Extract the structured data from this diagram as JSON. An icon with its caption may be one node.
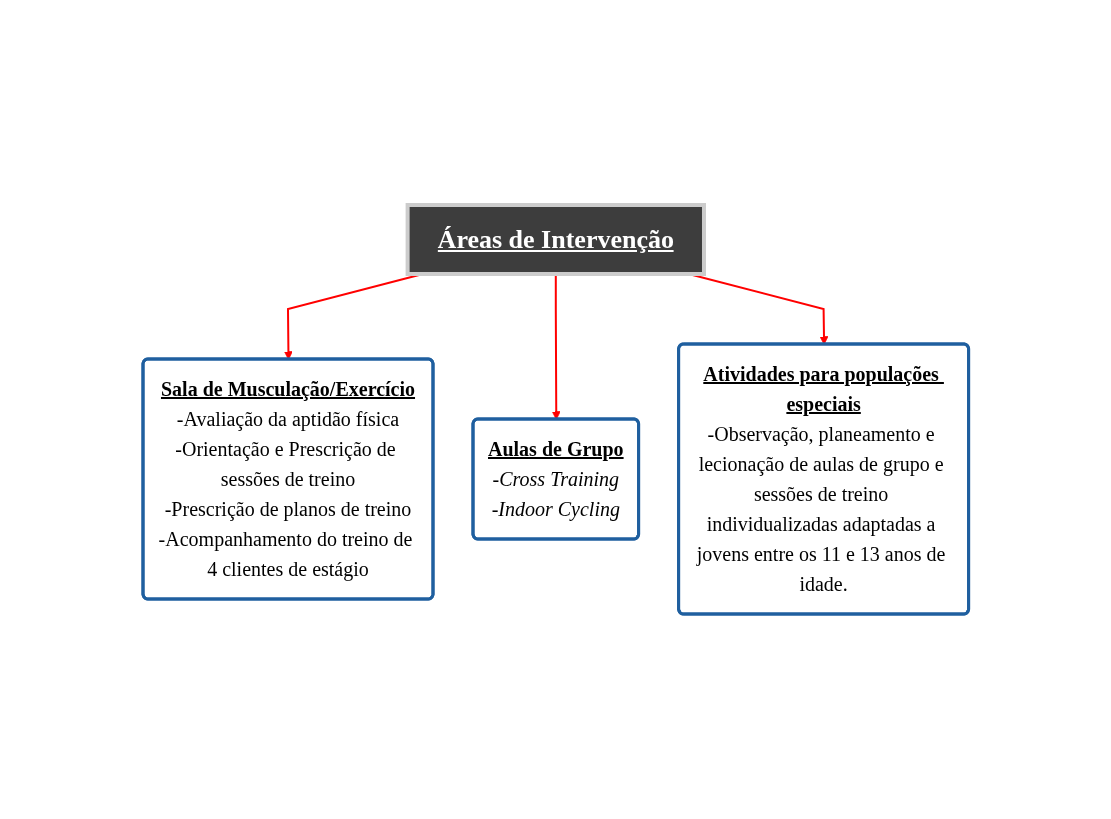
{
  "diagram": {
    "nodes": [
      {
        "text": [
          "Áreas de Intervenção"
        ]
      },
      {
        "text": [
          "Sala de Musculação/Exercício",
          "-Avaliação da aptidão física",
          "-Orientação e Prescrição de sessões de treino",
          "-Prescrição de planos de treino",
          "-Acompanhamento do treino de 4 clientes de estágio"
        ]
      },
      {
        "text": [
          "Aulas de Grupo",
          "-Cross Training",
          "-Indoor Cycling"
        ]
      },
      {
        "text": [
          "Atividades para populações especiais",
          "-Observação, planeamento e lecionação de aulas de grupo e sessões de treino individualizadas adaptadas a jovens entre os 11 e 13 anos de idade."
        ]
      }
    ],
    "edges": [
      {
        "from": 0,
        "to": 1,
        "arrow": "to"
      },
      {
        "from": 0,
        "to": 2,
        "arrow": "to"
      },
      {
        "from": 0,
        "to": 3,
        "arrow": "to"
      }
    ]
  }
}
